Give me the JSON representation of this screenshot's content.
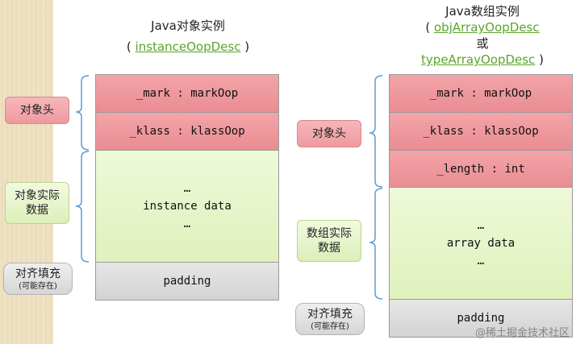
{
  "left": {
    "title_line1": "Java对象实例",
    "title_line2_open": "(",
    "title_line2_class": "instanceOopDesc",
    "title_line2_close": ")",
    "rows": {
      "mark": "_mark : markOop",
      "klass": "_klass : klassOop",
      "data_top": "…",
      "data": "instance data",
      "data_bottom": "…",
      "padding": "padding"
    },
    "labels": {
      "header": "对象头",
      "data_line1": "对象实际",
      "data_line2": "数据",
      "padding_line1": "对齐填充",
      "padding_line2": "(可能存在)"
    }
  },
  "right": {
    "title_line1": "Java数组实例",
    "title_line2_open": "(",
    "title_line2_class": "objArrayOopDesc",
    "title_line3": "或",
    "title_line4_class": "typeArrayOopDesc",
    "title_line4_close": ")",
    "rows": {
      "mark": "_mark : markOop",
      "klass": "_klass : klassOop",
      "length": "_length : int",
      "data_top": "…",
      "data": "array data",
      "data_bottom": "…",
      "padding": "padding"
    },
    "labels": {
      "header": "对象头",
      "data_line1": "数组实际",
      "data_line2": "数据",
      "padding_line1": "对齐填充",
      "padding_line2": "(可能存在)"
    }
  },
  "watermark": "@稀土掘金技术社区",
  "colors": {
    "header_fill": "#e98d93",
    "data_fill": "#dff1bd",
    "padding_fill": "#d3d3d3",
    "link": "#5aa528",
    "bracket": "#5b9bd5"
  }
}
